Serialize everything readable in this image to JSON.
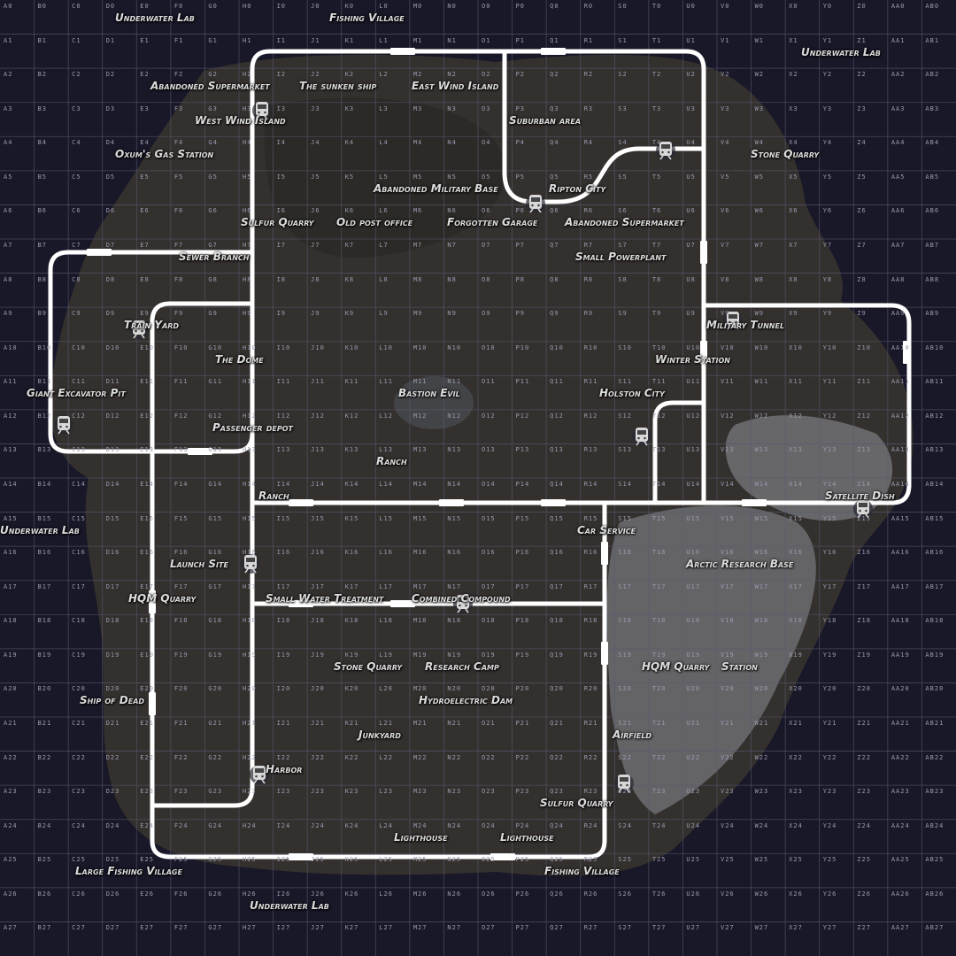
{
  "grid": {
    "columns": [
      "A",
      "B",
      "C",
      "D",
      "E",
      "F",
      "G",
      "H",
      "I",
      "J",
      "K",
      "L",
      "M",
      "N",
      "O",
      "P",
      "Q",
      "R",
      "S",
      "T",
      "U",
      "V",
      "W",
      "X",
      "Y",
      "Z",
      "AA",
      "AB"
    ],
    "rows": 28
  },
  "colors": {
    "background": "#181828",
    "grid": "#5a5a72",
    "rail": "#ffffff",
    "terrain": "#3a352f",
    "snow": "#8d9098",
    "label": "#dcdcdc"
  },
  "locations": [
    "Underwater Lab",
    "Fishing Village",
    "Underwater Lab",
    "The sunken ship",
    "East Wind Island",
    "Abandoned Supermarket",
    "West Wind Island",
    "Suburban area",
    "Oxum's Gas Station",
    "Stone Quarry",
    "Ripton City",
    "Abandoned Military Base",
    "Sulfur Quarry",
    "Old post office",
    "Forgotten Garage",
    "Abandoned Supermarket",
    "Sewer Branch",
    "Small Powerplant",
    "Train Yard",
    "Military Tunnel",
    "The Dome",
    "Winter Station",
    "Holston City",
    "Bastion Evil",
    "Giant Excavator Pit",
    "Passenger depot",
    "Ranch",
    "Ranch",
    "Satellite Dish",
    "Underwater Lab",
    "Car Service",
    "Launch Site",
    "Arctic Research Base",
    "Combined Compound",
    "Small Water Treatment",
    "HQM Quarry",
    "Stone Quarry",
    "Research Camp",
    "HQM Quarry",
    "Station",
    "Ship of Dead",
    "Hydroelectric Dam",
    "Junkyard",
    "Airfield",
    "Harbor",
    "Sulfur Quarry",
    "Lighthouse",
    "Lighthouse",
    "Large Fishing Village",
    "Fishing Village",
    "Underwater Lab"
  ],
  "station_icon": "train-icon"
}
